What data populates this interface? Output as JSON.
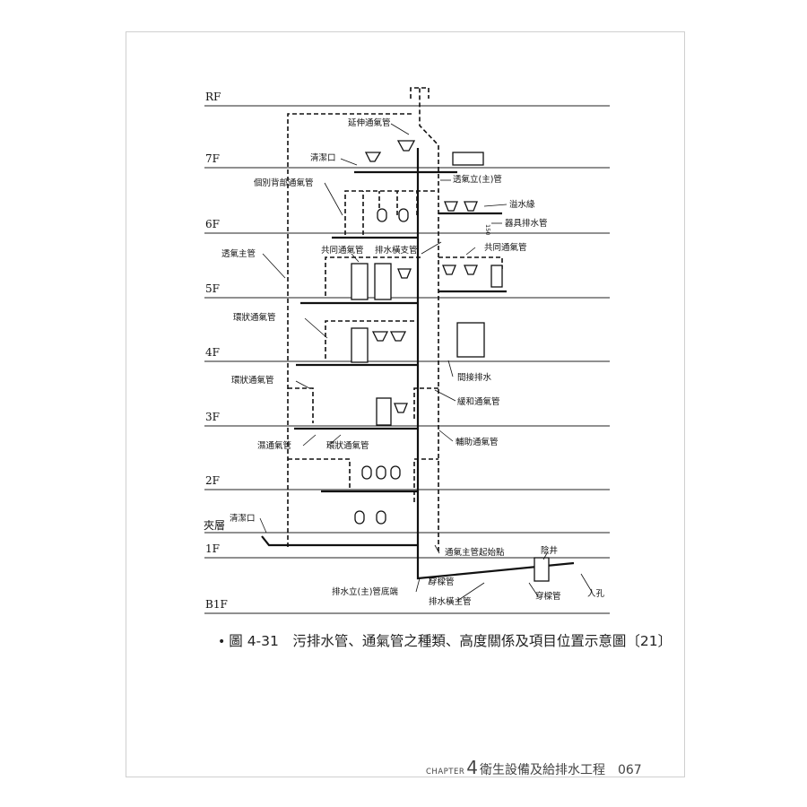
{
  "figure": {
    "floors": [
      {
        "id": "RF",
        "label": "RF"
      },
      {
        "id": "7F",
        "label": "7F"
      },
      {
        "id": "6F",
        "label": "6F"
      },
      {
        "id": "5F",
        "label": "5F"
      },
      {
        "id": "4F",
        "label": "4F"
      },
      {
        "id": "3F",
        "label": "3F"
      },
      {
        "id": "2F",
        "label": "2F"
      },
      {
        "id": "mezz",
        "label": "夾層"
      },
      {
        "id": "1F",
        "label": "1F"
      },
      {
        "id": "B1F",
        "label": "B1F"
      }
    ],
    "labels": {
      "extension_vent": "延伸通氣管",
      "cleanout_7f": "清潔口",
      "individual_back_vent": "個別背部通氣管",
      "vent_stack": "透氣立(主)管",
      "overflow_rim": "溢水緣",
      "fixture_drain": "器具排水管",
      "dim_150": "150",
      "common_vent_left": "共同通氣管",
      "drain_branch": "排水橫支管",
      "common_vent_right": "共同通氣管",
      "vent_main": "透氣主管",
      "loop_vent_4f": "環狀通氣管",
      "indirect_drain": "間接排水",
      "loop_vent_3f": "環狀通氣管",
      "relief_vent": "緩和通氣管",
      "auxiliary_vent": "輔助通氣管",
      "wet_vent": "濕通氣管",
      "loop_vent_2f": "環狀通氣管",
      "cleanout_mezz": "清潔口",
      "vent_main_start": "通氣主管起始點",
      "manhole_pit": "陰井",
      "stack_base": "排水立(主)管底端",
      "sleeve_left": "穿樑管",
      "drain_main": "排水橫主管",
      "sleeve_right": "穿樑管",
      "manhole": "人孔"
    }
  },
  "caption": {
    "bullet": "•",
    "text": "圖 4-31　污排水管、通氣管之種類、高度關係及項目位置示意圖〔21〕"
  },
  "footer": {
    "chapter_word": "CHAPTER",
    "chapter_num": "4",
    "chapter_title": "衛生設備及給排水工程",
    "page_number": "067"
  }
}
